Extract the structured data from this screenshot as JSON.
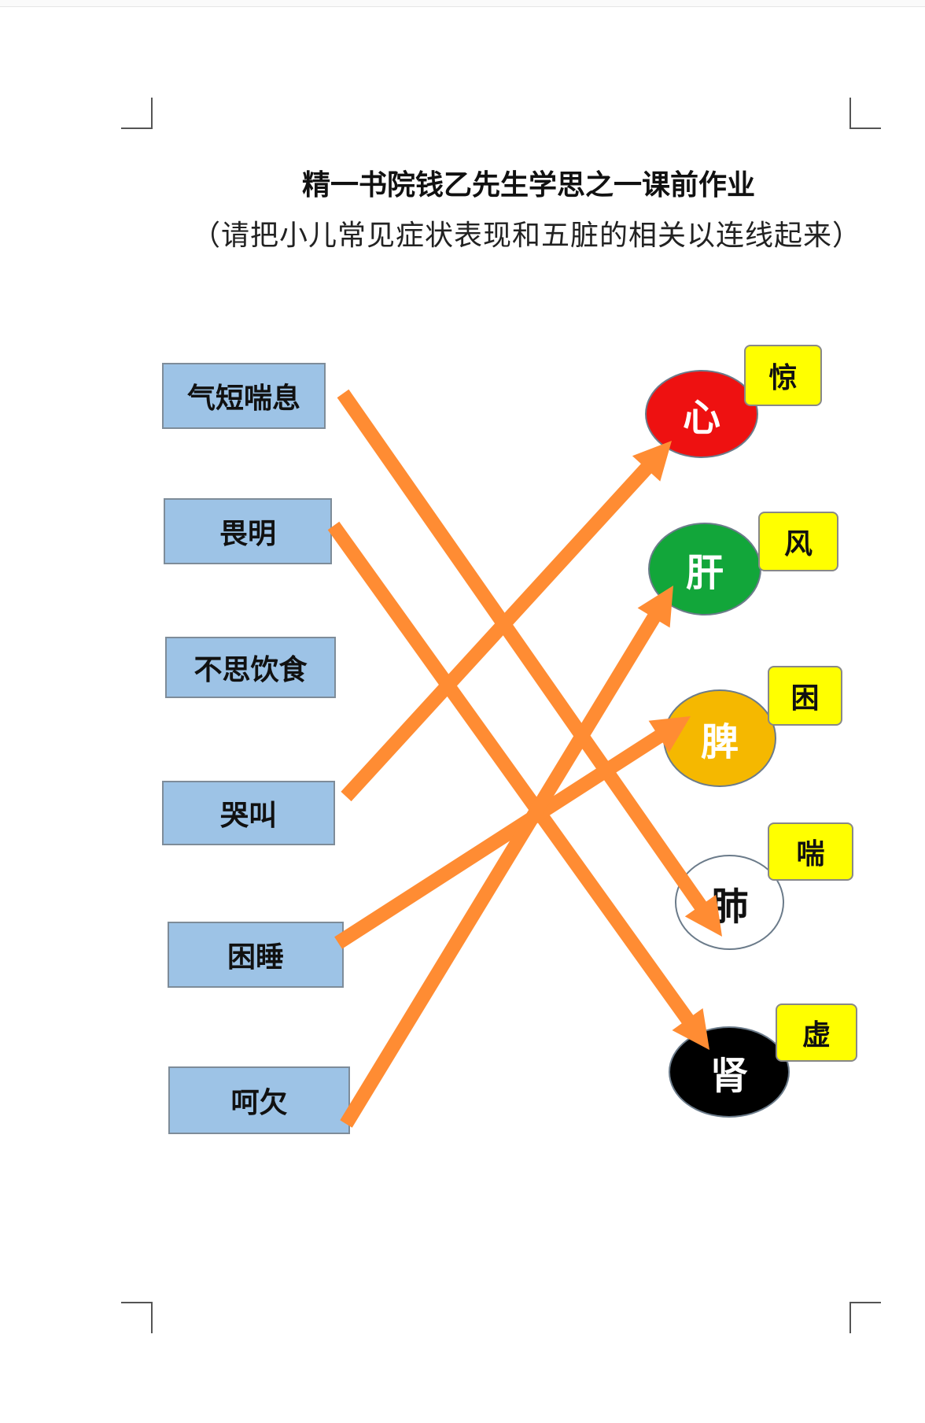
{
  "title": "精一书院钱乙先生学思之一课前作业",
  "subtitle": "（请把小儿常见症状表现和五脏的相关以连线起来）",
  "symptoms": [
    {
      "label": "气短喘息"
    },
    {
      "label": "畏明"
    },
    {
      "label": "不思饮食"
    },
    {
      "label": "哭叫"
    },
    {
      "label": "困睡"
    },
    {
      "label": "呵欠"
    }
  ],
  "organs": [
    {
      "label": "心",
      "tag": "惊",
      "fill": "#ee1111",
      "text_color": "#ffffff"
    },
    {
      "label": "肝",
      "tag": "风",
      "fill": "#12a63a",
      "text_color": "#ffffff"
    },
    {
      "label": "脾",
      "tag": "困",
      "fill": "#f5b800",
      "text_color": "#ffffff"
    },
    {
      "label": "肺",
      "tag": "喘",
      "fill": "#ffffff",
      "text_color": "#111111"
    },
    {
      "label": "肾",
      "tag": "虚",
      "fill": "#000000",
      "text_color": "#ffffff"
    }
  ],
  "connections": [
    {
      "from": "气短喘息",
      "to": "肺"
    },
    {
      "from": "畏明",
      "to": "肾"
    },
    {
      "from": "哭叫",
      "to": "心"
    },
    {
      "from": "困睡",
      "to": "脾"
    },
    {
      "from": "呵欠",
      "to": "肝"
    }
  ],
  "colors": {
    "arrow": "#ff8c33",
    "symptom_box": "#9dc3e6",
    "tag_box": "#ffff00"
  }
}
